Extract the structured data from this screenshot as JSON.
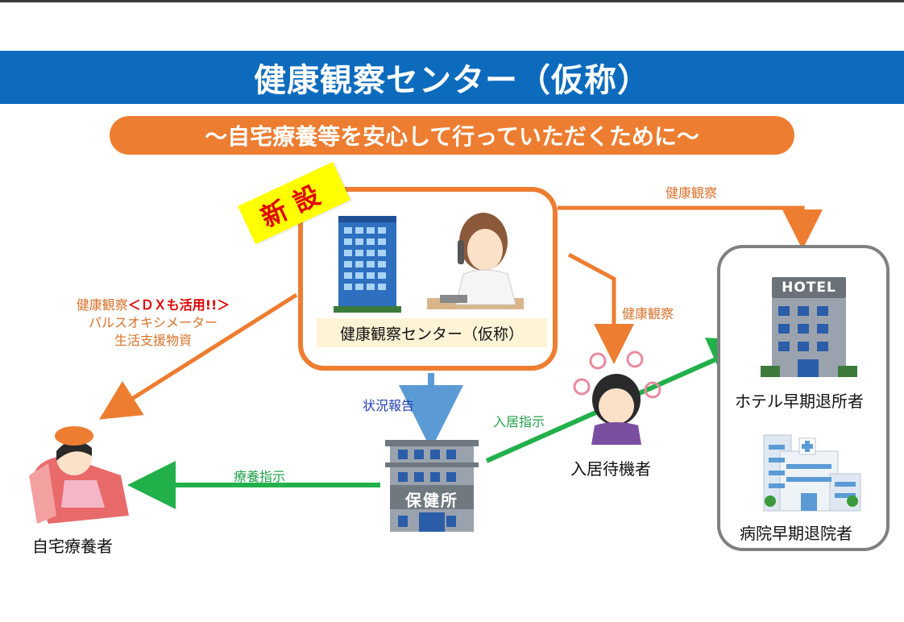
{
  "title": "健康観察センター（仮称）",
  "subtitle": "～自宅療養等を安心して行っていただくために～",
  "badge_new": "新設",
  "center_label": "健康観察センター（仮称）",
  "labels": {
    "observe_top": "健康観察",
    "observe_right": "健康観察",
    "observe_left_prefix": "健康観察",
    "observe_left_dx": "＜ＤＸも活用!!＞",
    "observe_left_line2": "パルスオキシメーター",
    "observe_left_line3": "生活支援物資",
    "status_report": "状況報告",
    "treatment_instruction": "療養指示",
    "admission_instruction": "入居指示"
  },
  "nodes": {
    "home_patient": "自宅療養者",
    "health_center_sign": "保健所",
    "waiting_patient": "入居待機者",
    "hotel_sign": "HOTEL",
    "hotel_discharge": "ホテル早期退所者",
    "hospital_discharge": "病院早期退院者"
  },
  "colors": {
    "title_bg": "#0d6bbd",
    "accent_orange": "#ed7d31",
    "arrow_green": "#22b04b",
    "arrow_blue": "#5b9bd5",
    "badge_yellow": "#ffff00",
    "badge_red": "#e00000"
  }
}
